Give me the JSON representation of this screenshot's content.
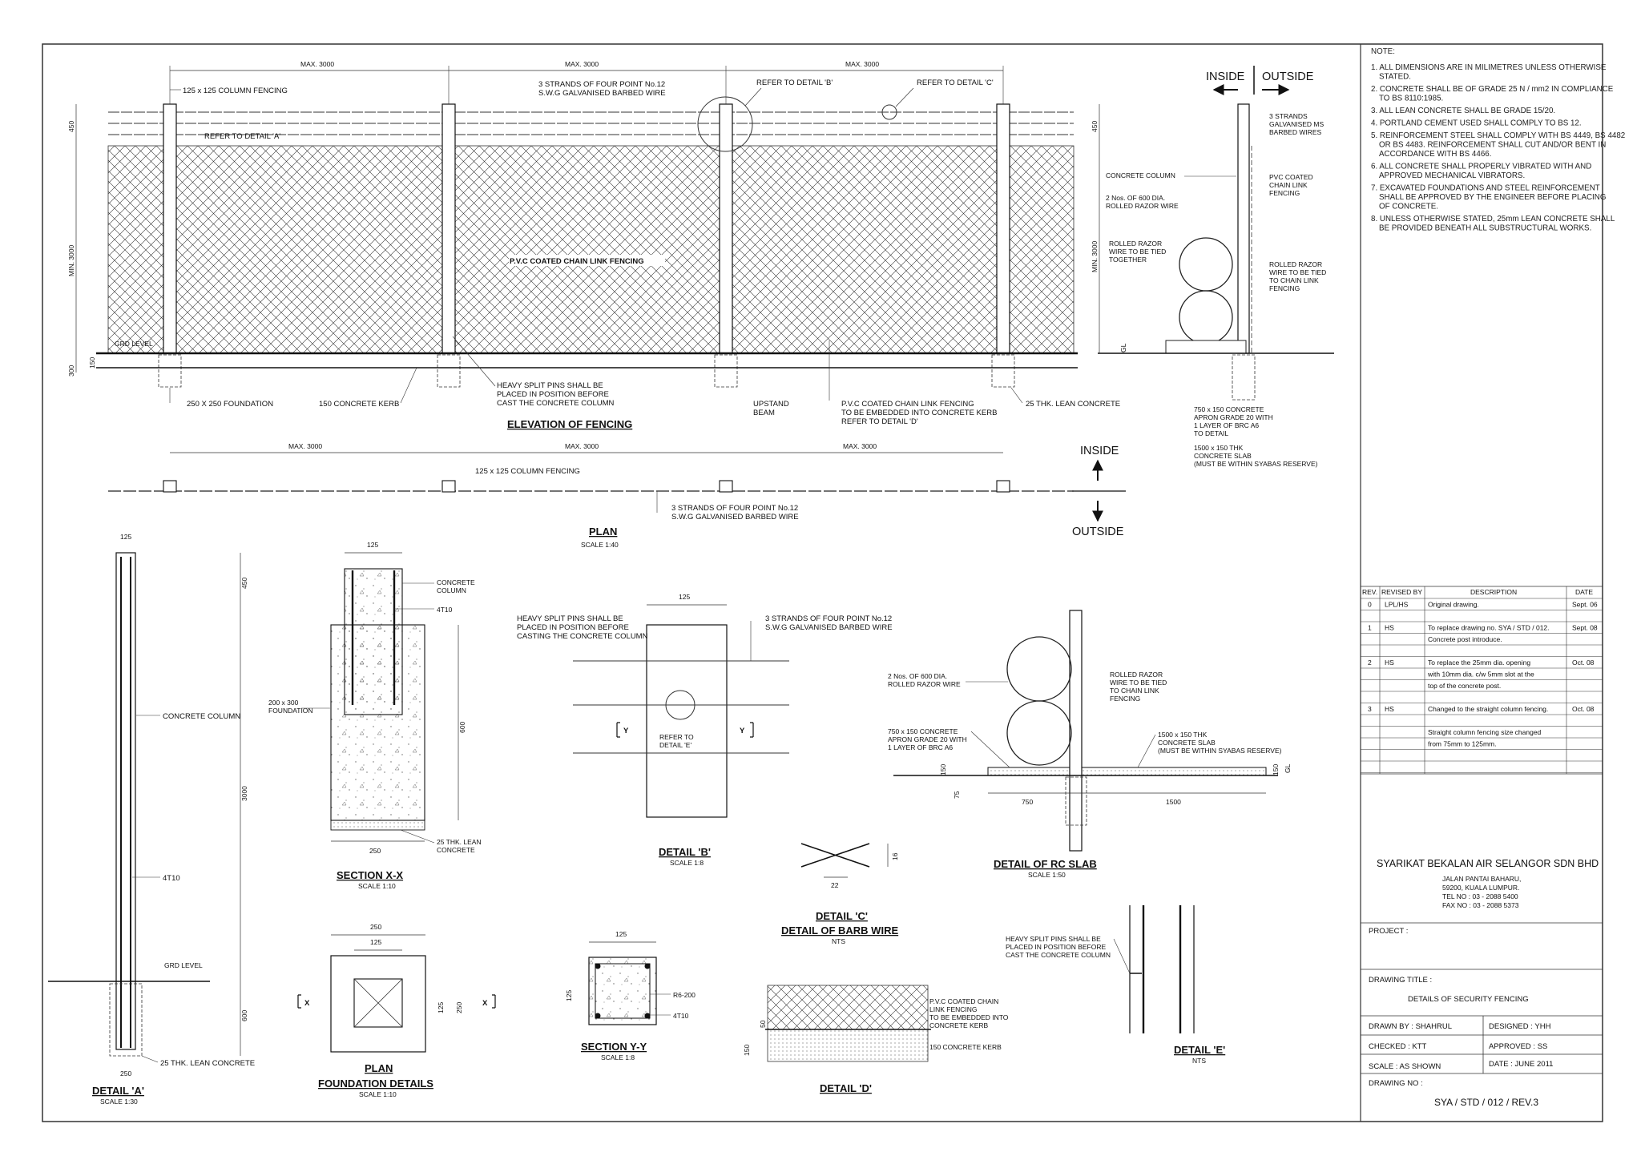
{
  "notes": {
    "heading": "NOTE:",
    "items": [
      [
        "1. ALL DIMENSIONS ARE IN MILIMETRES UNLESS OTHERWISE",
        "STATED."
      ],
      [
        "2. CONCRETE SHALL BE OF GRADE 25 N / mm2 IN COMPLIANCE",
        "TO BS 8110:1985."
      ],
      [
        "3. ALL LEAN CONCRETE SHALL BE GRADE 15/20."
      ],
      [
        "4. PORTLAND CEMENT USED SHALL COMPLY TO BS 12."
      ],
      [
        "5. REINFORCEMENT STEEL SHALL COMPLY WITH BS 4449, BS 4482",
        "OR BS 4483. REINFORCEMENT SHALL CUT AND/OR BENT IN",
        "ACCORDANCE WITH BS 4466."
      ],
      [
        "6. ALL CONCRETE SHALL PROPERLY VIBRATED WITH AND",
        "APPROVED MECHANICAL VIBRATORS."
      ],
      [
        "7. EXCAVATED FOUNDATIONS AND STEEL REINFORCEMENT",
        "SHALL BE APPROVED BY THE ENGINEER BEFORE PLACING",
        "OF CONCRETE."
      ],
      [
        "8. UNLESS OTHERWISE STATED, 25mm LEAN CONCRETE SHALL",
        "BE PROVIDED BENEATH ALL SUBSTRUCTURAL WORKS."
      ]
    ]
  },
  "revisions": {
    "headers": [
      "REV.",
      "REVISED BY",
      "DESCRIPTION",
      "DATE"
    ],
    "rows": [
      [
        "0",
        "LPL/HS",
        "Original drawing.",
        "Sept. 06"
      ],
      [
        "",
        "",
        "",
        ""
      ],
      [
        "1",
        "HS",
        "To replace drawing no. SYA / STD / 012.",
        "Sept. 08"
      ],
      [
        "",
        "",
        "Concrete post introduce.",
        ""
      ],
      [
        "",
        "",
        "",
        ""
      ],
      [
        "2",
        "HS",
        "To replace the 25mm dia. opening",
        "Oct. 08"
      ],
      [
        "",
        "",
        "with 10mm dia. c/w 5mm slot at the",
        ""
      ],
      [
        "",
        "",
        "top of the concrete post.",
        ""
      ],
      [
        "",
        "",
        "",
        ""
      ],
      [
        "3",
        "HS",
        "Changed to the straight column fencing.",
        "Oct. 08"
      ],
      [
        "",
        "",
        "",
        ""
      ],
      [
        "",
        "",
        "Straight column fencing size changed",
        ""
      ],
      [
        "",
        "",
        "from 75mm to 125mm.",
        ""
      ],
      [
        "",
        "",
        "",
        ""
      ],
      [
        "",
        "",
        "",
        ""
      ],
      [
        "",
        "",
        "",
        ""
      ]
    ]
  },
  "company": {
    "name": "SYARIKAT BEKALAN AIR SELANGOR SDN BHD",
    "address": [
      "JALAN PANTAI BAHARU,",
      "59200, KUALA LUMPUR.",
      "TEL NO : 03 - 2088 5400",
      "FAX NO : 03 - 2088 5373"
    ]
  },
  "title_block": {
    "project_label": "PROJECT :",
    "drawing_title_label": "DRAWING TITLE :",
    "drawing_title": "DETAILS OF SECURITY FENCING",
    "drawn_by": "DRAWN BY :  SHAHRUL",
    "designed": "DESIGNED :  YHH",
    "checked": "CHECKED :  KTT",
    "approved": "APPROVED :  SS",
    "scale": "SCALE :    AS SHOWN",
    "date": "DATE :  JUNE 2011",
    "drawing_no_label": "DRAWING NO :",
    "drawing_no": "SYA / STD / 012 / REV.3"
  },
  "elevation": {
    "title": "ELEVATION OF FENCING",
    "dim_max": "MAX. 3000",
    "dim_450": "450",
    "dim_min3000": "MIN. 3000",
    "dim_150": "150",
    "dim_300": "300",
    "column": "125 x 125 COLUMN FENCING",
    "barbed": [
      "3 STRANDS OF FOUR POINT No.12",
      "S.W.G GALVANISED BARBED WIRE"
    ],
    "ref_a": "REFER TO DETAIL 'A'",
    "ref_b": "REFER TO DETAIL 'B'",
    "ref_c": "REFER TO DETAIL 'C'",
    "center": "P.V.C COATED CHAIN LINK FENCING",
    "grd": "GRD LEVEL",
    "foundation": "250 X 250 FOUNDATION",
    "kerb": "150 CONCRETE KERB",
    "split": [
      "HEAVY SPLIT PINS SHALL BE",
      "PLACED IN POSITION BEFORE",
      "CAST THE CONCRETE COLUMN"
    ],
    "upstand": [
      "UPSTAND",
      "BEAM"
    ],
    "pvc": [
      "P.V.C COATED CHAIN LINK FENCING",
      "TO BE EMBEDDED INTO CONCRETE KERB",
      "REFER TO DETAIL 'D'"
    ],
    "lean": "25 THK. LEAN CONCRETE"
  },
  "side": {
    "inside": "INSIDE",
    "outside": "OUTSIDE",
    "strands": [
      "3 STRANDS",
      "GALVANISED MS",
      "BARBED WIRES"
    ],
    "column": "CONCRETE COLUMN",
    "pvc": [
      "PVC COATED",
      "CHAIN LINK",
      "FENCING"
    ],
    "razor": [
      "2 Nos. OF 600 DIA.",
      "ROLLED RAZOR WIRE"
    ],
    "tied": [
      "ROLLED RAZOR",
      "WIRE TO BE TIED",
      "TOGETHER"
    ],
    "tied2": [
      "ROLLED RAZOR",
      "WIRE TO BE TIED",
      "TO CHAIN LINK",
      "FENCING"
    ],
    "apron": [
      "750 x 150 CONCRETE",
      "APRON GRADE 20 WITH",
      "1 LAYER OF BRC A6",
      "TO DETAIL"
    ],
    "slab": [
      "1500 x 150 THK",
      "CONCRETE SLAB",
      "(MUST BE WITHIN SYABAS RESERVE)"
    ],
    "dim_450": "450",
    "dim_min3000": "MIN. 3000",
    "gl": "GL"
  },
  "plan": {
    "title": "PLAN",
    "scale": "SCALE 1:40",
    "column": "125 x 125 COLUMN FENCING",
    "barbed": [
      "3 STRANDS OF FOUR POINT No.12",
      "S.W.G GALVANISED BARBED WIRE"
    ],
    "inside": "INSIDE",
    "outside": "OUTSIDE",
    "dim_max": "MAX. 3000"
  },
  "detail_a": {
    "title": "DETAIL 'A'",
    "scale": "SCALE 1:30",
    "column": "CONCRETE COLUMN",
    "rebar": "4T10",
    "grd": "GRD LEVEL",
    "lean": "25 THK. LEAN CONCRETE",
    "d125": "125",
    "d450": "450",
    "d3000": "3000",
    "d600": "600",
    "d250": "250"
  },
  "section_xx": {
    "title": "SECTION X-X",
    "scale": "SCALE 1:10",
    "column": [
      "CONCRETE",
      "COLUMN"
    ],
    "rebar": "4T10",
    "foundation": [
      "200 x 300",
      "FOUNDATION"
    ],
    "lean": [
      "25 THK. LEAN",
      "CONCRETE"
    ],
    "d125": "125",
    "d600": "600",
    "d250": "250"
  },
  "foundation_plan": {
    "title": [
      "PLAN",
      "FOUNDATION DETAILS"
    ],
    "scale": "SCALE 1:10",
    "d250": "250",
    "d125": "125",
    "x": "X"
  },
  "detail_b": {
    "title": "DETAIL 'B'",
    "scale": "SCALE 1:8",
    "split": [
      "HEAVY SPLIT PINS SHALL BE",
      "PLACED IN POSITION BEFORE",
      "CASTING THE CONCRETE COLUMN"
    ],
    "barbed": [
      "3 STRANDS OF FOUR POINT No.12",
      "S.W.G GALVANISED BARBED WIRE"
    ],
    "ref_e": [
      "REFER TO",
      "DETAIL 'E'"
    ],
    "d125": "125",
    "y": "Y"
  },
  "section_yy": {
    "title": "SECTION Y-Y",
    "scale": "SCALE 1:8",
    "link": "R6-200",
    "rebar": "4T10",
    "d125": "125"
  },
  "detail_c": {
    "title": [
      "DETAIL 'C'",
      "DETAIL OF BARB WIRE"
    ],
    "scale": "NTS",
    "d22": "22",
    "d16": "16"
  },
  "detail_d": {
    "title": "DETAIL 'D'",
    "pvc": [
      "P.V.C COATED CHAIN",
      "LINK FENCING",
      "TO BE EMBEDDED INTO",
      "CONCRETE KERB"
    ],
    "kerb": "150 CONCRETE KERB",
    "d50": "50",
    "d150": "150"
  },
  "detail_rc": {
    "title": "DETAIL OF RC SLAB",
    "scale": "SCALE 1:50",
    "razor": [
      "2 Nos. OF 600 DIA.",
      "ROLLED RAZOR WIRE"
    ],
    "tied": [
      "ROLLED RAZOR",
      "WIRE TO BE TIED",
      "TO CHAIN LINK",
      "FENCING"
    ],
    "apron": [
      "750 x 150 CONCRETE",
      "APRON GRADE 20 WITH",
      "1 LAYER OF BRC A6"
    ],
    "slab": [
      "1500 x 150 THK",
      "CONCRETE SLAB",
      "(MUST BE WITHIN SYABAS RESERVE)"
    ],
    "d750": "750",
    "d1500": "1500",
    "d150": "150",
    "d75": "75",
    "gl": "GL"
  },
  "detail_e": {
    "title": "DETAIL 'E'",
    "scale": "NTS",
    "split": [
      "HEAVY SPLIT PINS SHALL BE",
      "PLACED IN POSITION BEFORE",
      "CAST THE CONCRETE COLUMN"
    ]
  }
}
